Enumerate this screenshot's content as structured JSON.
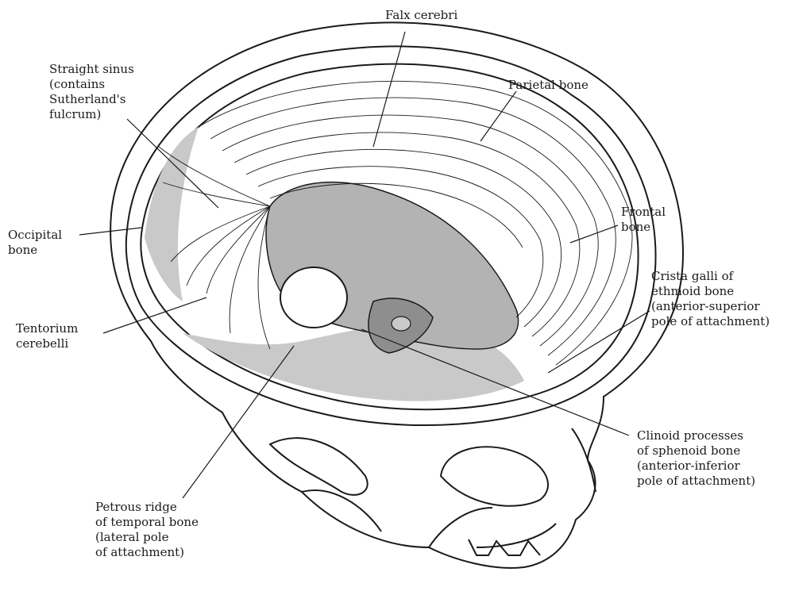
{
  "labels": {
    "falx": [
      "Falx cerebri"
    ],
    "straight_sinus": [
      "Straight sinus",
      "(contains",
      "Sutherland's",
      "fulcrum)"
    ],
    "parietal": [
      "Parietal bone"
    ],
    "occipital": [
      "Occipital",
      "bone"
    ],
    "frontal": [
      "Frontal",
      "bone"
    ],
    "crista": [
      "Crista galli of",
      "ethmoid bone",
      "(anterior-superior",
      "pole of attachment)"
    ],
    "tentorium": [
      "Tentorium",
      "cerebelli"
    ],
    "clinoid": [
      "Clinoid processes",
      "of sphenoid bone",
      "(anterior-inferior",
      "pole of attachment)"
    ],
    "petrous": [
      "Petrous ridge",
      "of temporal bone",
      "(lateral pole",
      "of attachment)"
    ]
  },
  "colors": {
    "line": "#1a1a1a",
    "bone_shade": "#c9c9c9",
    "cavity_shade": "#b3b3b3",
    "dark_shade": "#8e8e8e",
    "paper": "#ffffff"
  }
}
